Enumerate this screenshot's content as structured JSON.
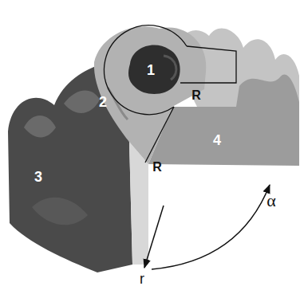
{
  "diagram": {
    "labels": [
      "1",
      "2",
      "R",
      "R",
      "4",
      "3",
      "α",
      "r"
    ]
  }
}
